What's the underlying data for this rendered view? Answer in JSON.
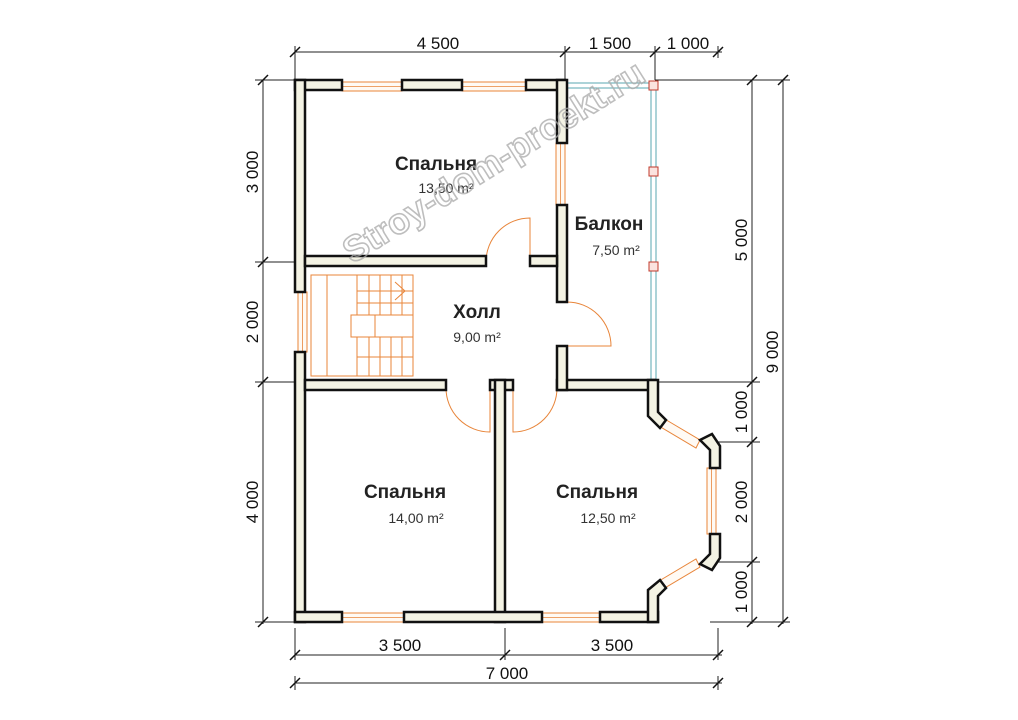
{
  "watermark": "Stroy-dom-proekt.ru",
  "dimensions": {
    "top": [
      "4 500",
      "1 500",
      "1 000"
    ],
    "bottom": [
      "3 500",
      "3 500"
    ],
    "bottom_total": "7 000",
    "left": [
      "3 000",
      "2 000",
      "4 000"
    ],
    "right": [
      "5 000",
      "1 000",
      "2 000",
      "1 000"
    ],
    "right_total": "9 000"
  },
  "rooms": [
    {
      "name": "Спальня",
      "area": "13,50 m²"
    },
    {
      "name": "Балкон",
      "area": "7,50 m²"
    },
    {
      "name": "Холл",
      "area": "9,00 m²"
    },
    {
      "name": "Спальня",
      "area": "14,00 m²"
    },
    {
      "name": "Спальня",
      "area": "12,50 m²"
    }
  ],
  "colors": {
    "wall_fill": "#f4f3e4",
    "wall_stroke": "#111111",
    "opening": "#e8853a",
    "balcony_rail": "#5aa7b0",
    "post": "#c0392b"
  }
}
